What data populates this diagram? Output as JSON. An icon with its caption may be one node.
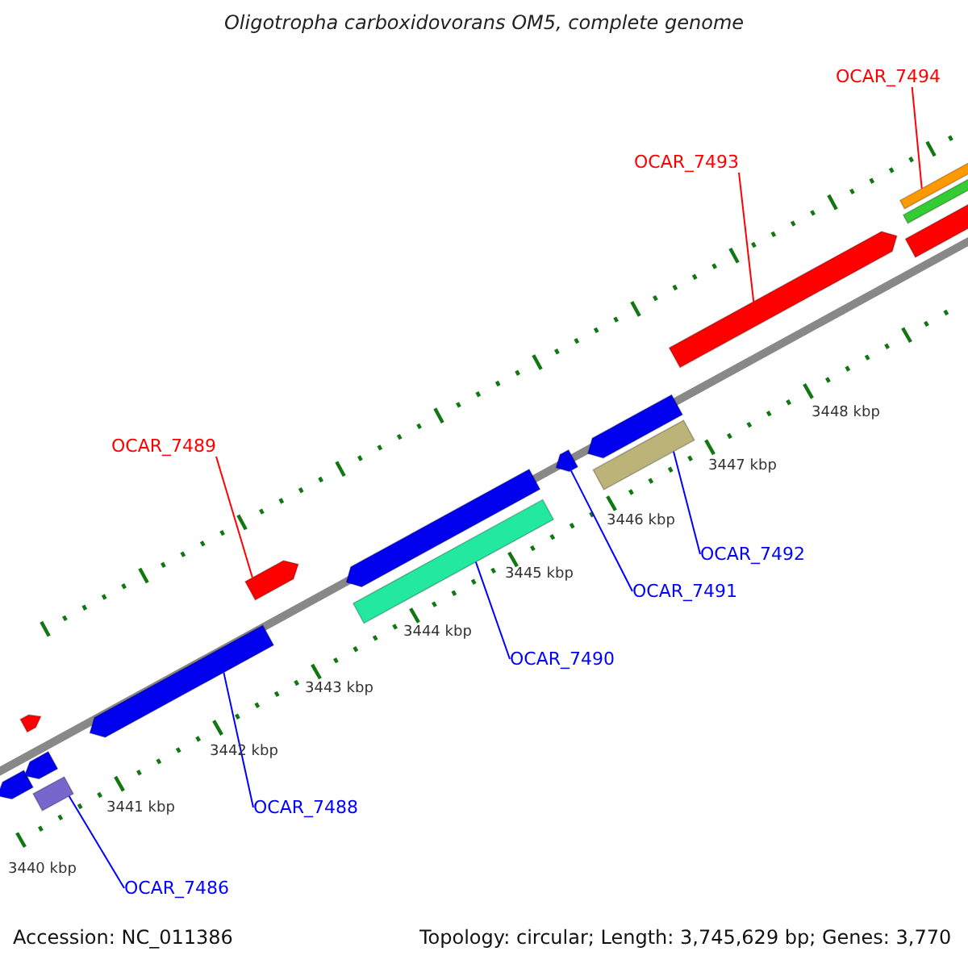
{
  "diagram": {
    "title": "Oligotropha carboxidovorans OM5, complete genome",
    "nodes": [
      {
        "text": [
          "OCAR_7494"
        ]
      },
      {
        "text": [
          "OCAR_7493"
        ]
      },
      {
        "text": [
          "OCAR_7489"
        ]
      },
      {
        "text": [
          "OCAR_7492"
        ]
      },
      {
        "text": [
          "OCAR_7491"
        ]
      },
      {
        "text": [
          "OCAR_7490"
        ]
      },
      {
        "text": [
          "OCAR_7488"
        ]
      },
      {
        "text": [
          "OCAR_7486"
        ]
      },
      {
        "text": [],
        "shape": "bar"
      },
      {
        "text": [],
        "shape": "bar"
      },
      {
        "text": [],
        "shape": "bar"
      },
      {
        "text": [],
        "shape": "bar"
      },
      {
        "text": [],
        "shape": "bar"
      },
      {
        "text": [],
        "shape": "bar"
      },
      {
        "text": [],
        "shape": "bar"
      },
      {
        "text": [],
        "shape": "bar"
      },
      {
        "text": [],
        "shape": "bar"
      },
      {
        "text": [],
        "shape": "bar"
      },
      {
        "text": [],
        "shape": "bar"
      },
      {
        "text": [],
        "shape": "bar"
      },
      {
        "text": [],
        "shape": "bar"
      },
      {
        "text": [],
        "shape": "bar"
      },
      {
        "text": [],
        "shape": "bar"
      }
    ],
    "edges": [
      {
        "from": 0,
        "to": 20,
        "arrow": "none",
        "color": "#ff0000"
      },
      {
        "from": 1,
        "to": 19,
        "arrow": "none",
        "color": "#ff0000"
      },
      {
        "from": 2,
        "to": 13,
        "arrow": "none",
        "color": "#ff0000"
      },
      {
        "from": 3,
        "to": 18,
        "arrow": "none"
      },
      {
        "from": 4,
        "to": 16,
        "arrow": "none"
      },
      {
        "from": 5,
        "to": 15,
        "arrow": "none"
      },
      {
        "from": 6,
        "to": 12,
        "arrow": "none"
      },
      {
        "from": 7,
        "to": 11,
        "arrow": "none"
      }
    ],
    "labels": [
      "3448 kbp",
      "3447 kbp",
      "3446 kbp",
      "3445 kbp",
      "3444 kbp",
      "3443 kbp",
      "3442 kbp",
      "3441 kbp",
      "3440 kbp",
      "Accession: NC_011386",
      "Topology: circular; Length: 3,745,629 bp; Genes: 3,770"
    ]
  }
}
